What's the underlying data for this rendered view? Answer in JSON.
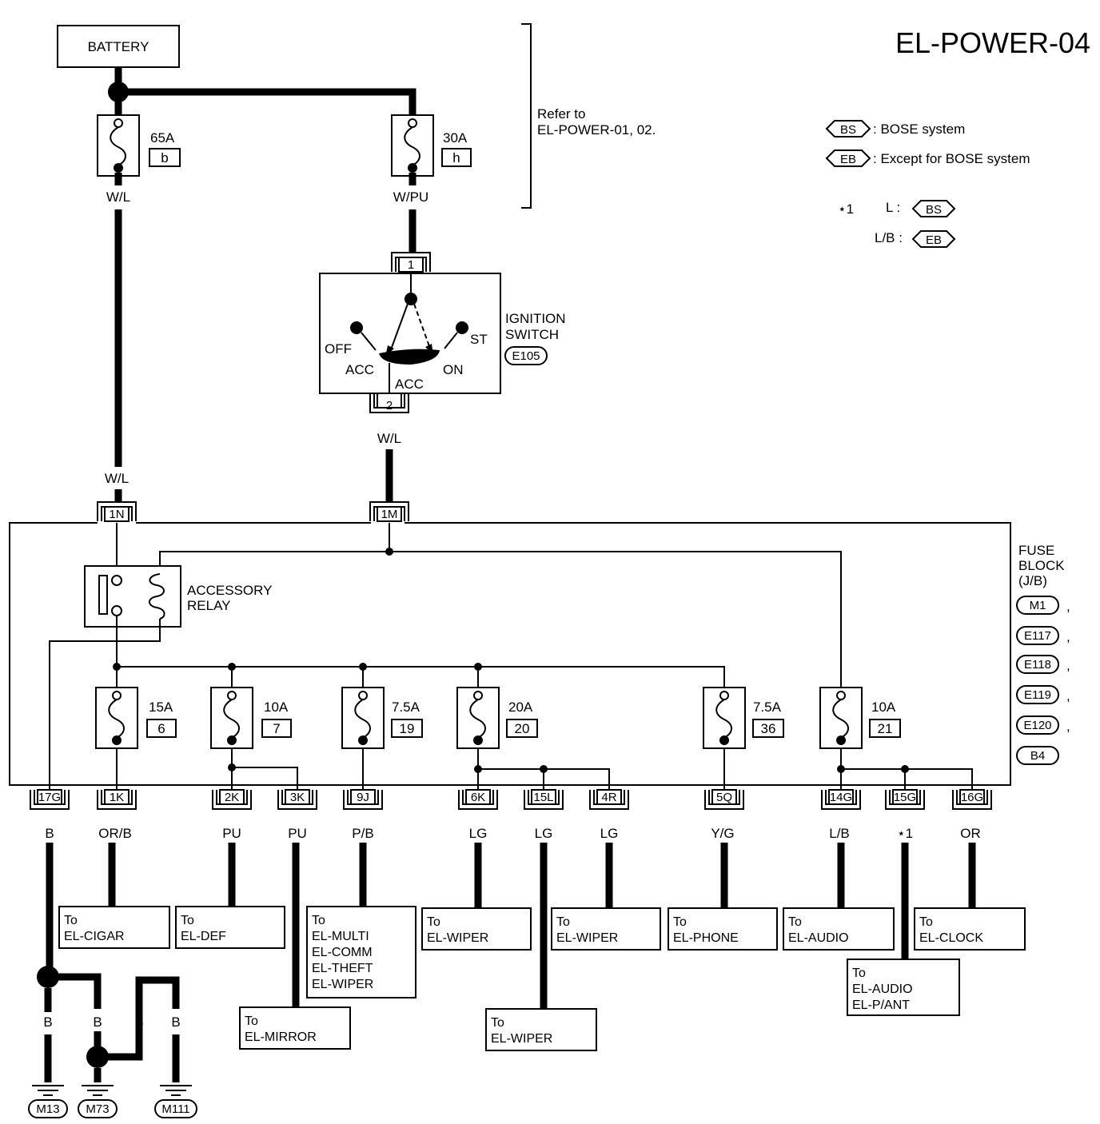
{
  "title": "EL-POWER-04",
  "battery": "BATTERY",
  "refer": {
    "line1": "Refer to",
    "line2": "EL-POWER-01, 02."
  },
  "legend": {
    "bs_tag": "BS",
    "bs_text": ": BOSE system",
    "eb_tag": "EB",
    "eb_text": ": Except for BOSE system",
    "note_mark": "⋆1",
    "note_l": "L :",
    "note_lb": "L/B :"
  },
  "top_fuses": [
    {
      "amp": "65A",
      "id": "b",
      "wire": "W/L"
    },
    {
      "amp": "30A",
      "id": "h",
      "wire": "W/PU"
    }
  ],
  "ignition": {
    "title1": "IGNITION",
    "title2": "SWITCH",
    "connector": "E105",
    "pin_in": "1",
    "pin_out": "2",
    "off": "OFF",
    "acc_left": "ACC",
    "acc": "ACC",
    "on": "ON",
    "st": "ST",
    "out_wire": "W/L"
  },
  "fuse_block": {
    "title1": "FUSE",
    "title2": "BLOCK",
    "title3": "(J/B)",
    "connectors": [
      "M1",
      "E117",
      "E118",
      "E119",
      "E120",
      "B4"
    ],
    "in_left": "1N",
    "in_right": "1M",
    "in_left_wire": "W/L",
    "relay1": "ACCESSORY",
    "relay2": "RELAY"
  },
  "fuses": [
    {
      "amp": "15A",
      "id": "6"
    },
    {
      "amp": "10A",
      "id": "7"
    },
    {
      "amp": "7.5A",
      "id": "19"
    },
    {
      "amp": "20A",
      "id": "20"
    },
    {
      "amp": "7.5A",
      "id": "36"
    },
    {
      "amp": "10A",
      "id": "21"
    }
  ],
  "terminals": [
    {
      "pin": "17G",
      "wire": "B"
    },
    {
      "pin": "1K",
      "wire": "OR/B"
    },
    {
      "pin": "2K",
      "wire": "PU"
    },
    {
      "pin": "3K",
      "wire": "PU"
    },
    {
      "pin": "9J",
      "wire": "P/B"
    },
    {
      "pin": "6K",
      "wire": "LG"
    },
    {
      "pin": "15L",
      "wire": "LG"
    },
    {
      "pin": "4R",
      "wire": "LG"
    },
    {
      "pin": "5Q",
      "wire": "Y/G"
    },
    {
      "pin": "14G",
      "wire": "L/B"
    },
    {
      "pin": "15G",
      "wire": "⋆1"
    },
    {
      "pin": "16G",
      "wire": "OR"
    }
  ],
  "destinations": [
    {
      "to": "To",
      "lines": [
        "EL-CIGAR"
      ]
    },
    {
      "to": "To",
      "lines": [
        "EL-DEF"
      ]
    },
    {
      "to": "To",
      "lines": [
        "EL-MULTI",
        "EL-COMM",
        "EL-THEFT",
        "EL-WIPER"
      ]
    },
    {
      "to": "To",
      "lines": [
        "EL-WIPER"
      ]
    },
    {
      "to": "To",
      "lines": [
        "EL-WIPER"
      ]
    },
    {
      "to": "To",
      "lines": [
        "EL-PHONE"
      ]
    },
    {
      "to": "To",
      "lines": [
        "EL-AUDIO"
      ]
    },
    {
      "to": "To",
      "lines": [
        "EL-CLOCK"
      ]
    },
    {
      "to": "To",
      "lines": [
        "EL-MIRROR"
      ]
    },
    {
      "to": "To",
      "lines": [
        "EL-WIPER"
      ]
    },
    {
      "to": "To",
      "lines": [
        "EL-AUDIO",
        "EL-P/ANT"
      ]
    }
  ],
  "ground": {
    "wires": [
      "B",
      "B",
      "B",
      "B"
    ],
    "connectors": [
      "M13",
      "M73",
      "M111"
    ]
  }
}
